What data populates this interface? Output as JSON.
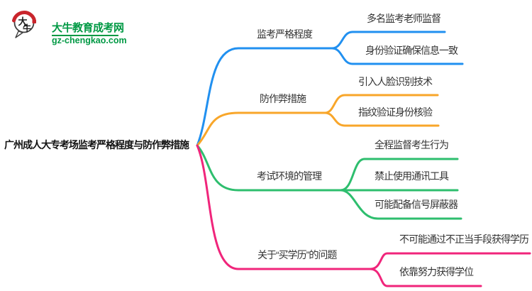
{
  "logo": {
    "icon_char_top": "大",
    "icon_char_bottom": "牛",
    "site_name": "大牛教育成考网",
    "site_url": "gz-chengkao.com",
    "brand_green": "#009944",
    "seal_red": "#C9252C"
  },
  "mindmap": {
    "root": {
      "label": "广州成人大专考场监考严格程度与防作弊措施"
    },
    "branches": [
      {
        "label": "监考严格程度",
        "color": "#2190F0",
        "children": [
          {
            "label": "多名监考老师监督"
          },
          {
            "label": "身份验证确保信息一致"
          }
        ]
      },
      {
        "label": "防作弊措施",
        "color": "#F8A62A",
        "children": [
          {
            "label": "引入人脸识别技术"
          },
          {
            "label": "指纹验证身份核验"
          }
        ]
      },
      {
        "label": "考试环境的管理",
        "color": "#2EBE6E",
        "children": [
          {
            "label": "全程监督考生行为"
          },
          {
            "label": "禁止使用通讯工具"
          },
          {
            "label": "可能配备信号屏蔽器"
          }
        ]
      },
      {
        "label": "关于“买学历”的问题",
        "color": "#F0257B",
        "children": [
          {
            "label": "不可能通过不正当手段获得学历"
          },
          {
            "label": "依靠努力获得学位"
          }
        ]
      }
    ]
  }
}
